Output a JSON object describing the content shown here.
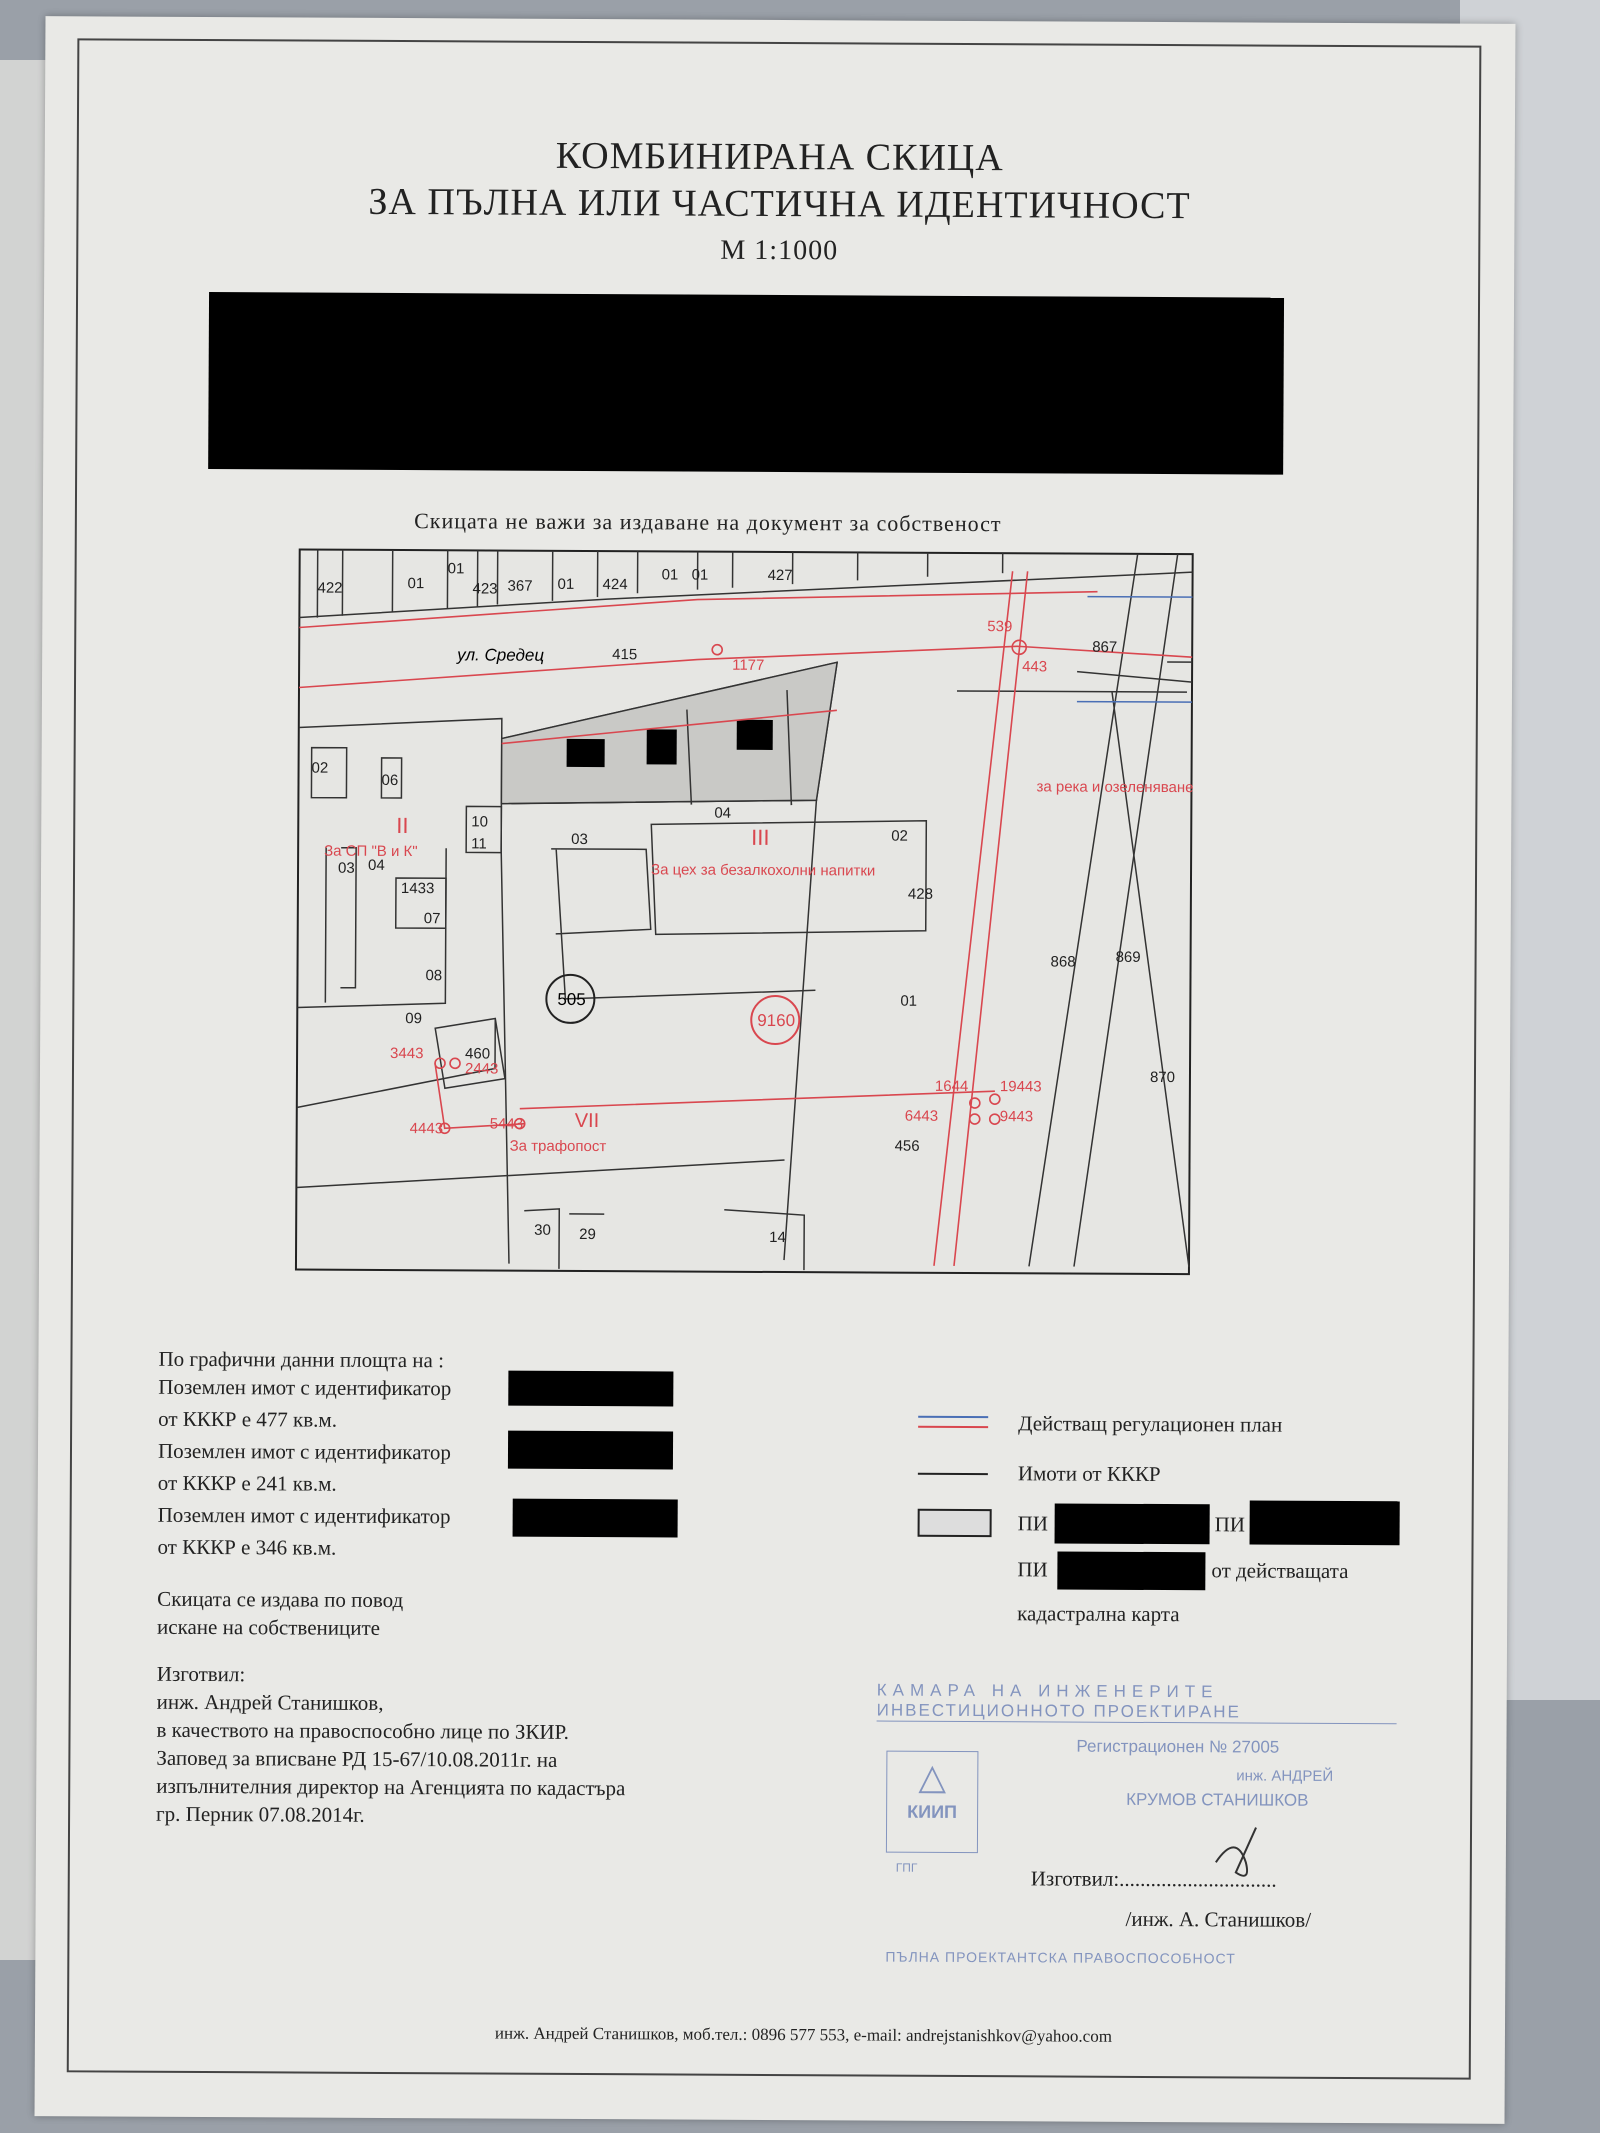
{
  "title": {
    "line1": "КОМБИНИРАНА СКИЦА",
    "line2": "ЗА ПЪЛНА ИЛИ ЧАСТИЧНА ИДЕНТИЧНОСТ",
    "scale": "М 1:1000"
  },
  "notice": "Скицата не важи за издаване на документ за собственост",
  "map": {
    "street_label": "ул. Средец",
    "black_labels": [
      "422",
      "01",
      "01",
      "423",
      "367",
      "01",
      "424",
      "01",
      "01",
      "427",
      "415",
      "867",
      "02",
      "06",
      "10",
      "11",
      "03",
      "04",
      "1433",
      "07",
      "08",
      "09",
      "460",
      "03",
      "04",
      "02",
      "428",
      "01",
      "869",
      "868",
      "870",
      "456",
      "30",
      "29",
      "14"
    ],
    "red_labels": [
      "539",
      "1177",
      "443",
      "II",
      "За СП \"В и К\"",
      "III",
      "За цех за безалкохолни напитки",
      "за река и озеленяване",
      "3443",
      "2443",
      "4443",
      "5443",
      "VII",
      "За трафопост",
      "1644",
      "19443",
      "6443",
      "9443"
    ],
    "circle_black": "505",
    "circle_red": "9160",
    "colors": {
      "red": "#d9474f",
      "blue": "#4a6fb5",
      "black": "#222222"
    }
  },
  "areas": {
    "heading": "По графични данни площта на :",
    "items": [
      {
        "label": "Поземлен имот с идентификатор",
        "area": "от КККР е 477 кв.м."
      },
      {
        "label": "Поземлен имот с идентификатор",
        "area": "от КККР е 241 кв.м."
      },
      {
        "label": "Поземлен имот с идентификатор",
        "area": "от КККР е 346 кв.м."
      }
    ]
  },
  "purpose": [
    "Скицата се издава по повод",
    "искане на собствениците"
  ],
  "prepared": [
    "Изготвил:",
    "инж. Андрей Станишков,",
    "в качеството на правоспособно лице по ЗКИР.",
    "Заповед за вписване РД 15-67/10.08.2011г. на",
    "изпълнителния директор на Агенцията по кадастъра",
    "гр. Перник 07.08.2014г."
  ],
  "legend": {
    "regulation": "Действащ регулационен план",
    "kkkr": "Имоти от КККР",
    "pi1": "ПИ",
    "pi2": "ПИ",
    "pi3": "ПИ",
    "pi3_suffix": "от действащата",
    "pi3_line2": "кадастрална карта"
  },
  "stamp": {
    "line1": "КАМАРА НА ИНЖЕНЕРИТЕ",
    "line2": "ИНВЕСТИЦИОННОТО ПРОЕКТИРАНЕ",
    "reg": "Регистрационен № 27005",
    "name1": "инж. АНДРЕЙ",
    "name2": "КРУМОВ СТАНИШКОВ",
    "logo": "КИИП",
    "bottom": "ПЪЛНА ПРОЕКТАНТСКА ПРАВОСПОСОБНОСТ",
    "small": "ГПГ"
  },
  "signature": {
    "label": "Изготвил:..............................",
    "name": "/инж. А. Станишков/"
  },
  "footer": "инж. Андрей Станишков, моб.тел.: 0896 577 553, e-mail: andrejstanishkov@yahoo.com"
}
